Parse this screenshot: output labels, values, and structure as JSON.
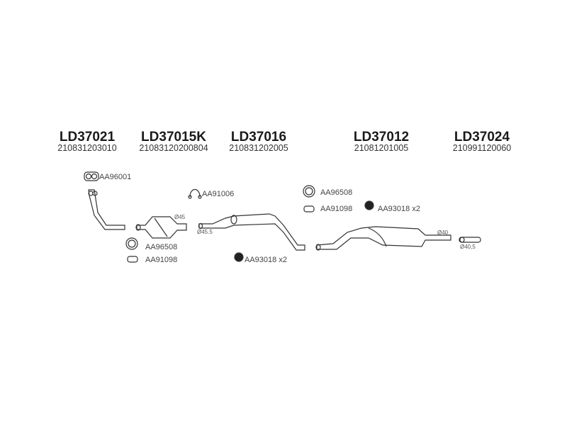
{
  "parts": [
    {
      "code": "LD37021",
      "number": "210831203010"
    },
    {
      "code": "LD37015K",
      "number": "21083120200804"
    },
    {
      "code": "LD37016",
      "number": "210831202005"
    },
    {
      "code": "LD37012",
      "number": "21081201005"
    },
    {
      "code": "LD37024",
      "number": "210991120060"
    }
  ],
  "labels": {
    "gasket_top": "AA96001",
    "clamp_mid": "AA91006",
    "ring_right": "AA96508",
    "clamp_right": "AA91098",
    "mount_right": "AA93018 x2",
    "ring_left": "AA96508",
    "clamp_left": "AA91098",
    "mount_mid": "AA93018 x2"
  },
  "diameters": {
    "cat": "Ø45",
    "mid": "Ø45.5",
    "rear": "Ø40",
    "tail": "Ø40,5"
  }
}
